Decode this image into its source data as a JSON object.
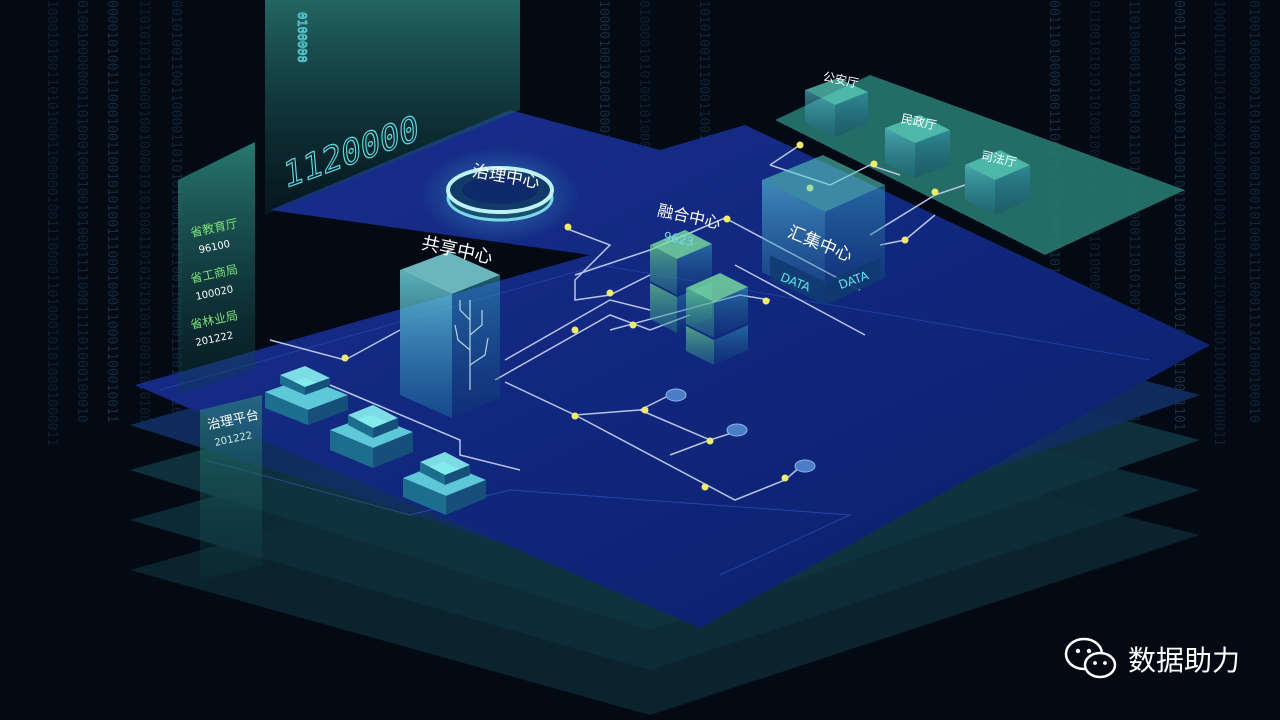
{
  "center_labels": {
    "governance_center": "治理中心",
    "fusion_center": "融合中心",
    "fusion_code": "9623",
    "sharing_center": "共享中心",
    "collection_center": "汇集中心",
    "data_word_left": "DATA",
    "data_word_right": "DATA",
    "governance_platform": "治理平台",
    "governance_platform_code": "201222"
  },
  "departments": [
    {
      "label": "公安厅"
    },
    {
      "label": "民政厅"
    },
    {
      "label": "司法厅"
    }
  ],
  "left_panel": [
    {
      "label": "省教育厅",
      "code": "96100"
    },
    {
      "label": "省工商局",
      "code": "100020"
    },
    {
      "label": "省林业局",
      "code": "201222"
    }
  ],
  "binary_panel": {
    "big_number": "1120000",
    "vertical_code": "0100000"
  },
  "background_streams": [
    "100010100110101000110000010011100001101000101010001000011",
    "010010000000110100010001001010001111000111101000100010",
    "000010100111000100110010101001110001000110001100010011",
    "1101010111000010010000101010001101010101001000110101000",
    "0010100110011000011010101000101011001100000110010101011",
    "1000010010100100010000110111010101000111010100100110000",
    "0100001010100101000011001100011101010101000001001010111",
    "1010100111000110011000011101000110010111010100101001100",
    "0011101000010011100110101010001010110010010100011010001",
    "0110010101011010010011010110101010000100101010011010100",
    "1101000001110001011101010100001110101001001110001010011",
    "0001110101010011011100100101001000110101010100110011101"
  ],
  "watermark": {
    "text": "数据助力"
  },
  "colors": {
    "background": "#030a14",
    "board": "#0e2a8a",
    "circuit_line": "#b8c4e8",
    "node": "#f0ec6a",
    "green_text": "#7be07a",
    "cyan_glow": "#5fe0e8",
    "teal_panel": "#2a7e74"
  }
}
